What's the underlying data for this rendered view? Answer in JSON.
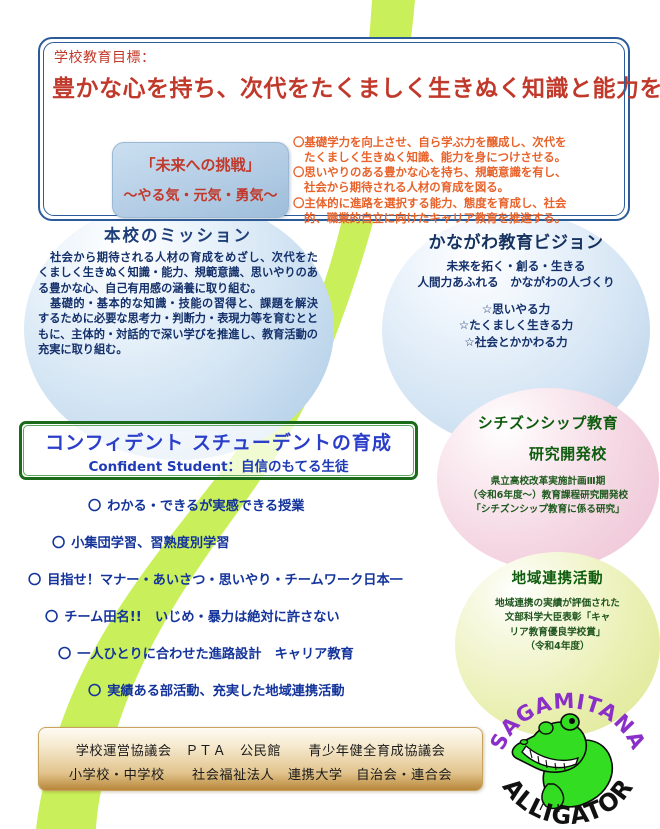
{
  "goal_panel": {
    "label": "学校教育目標：",
    "headline": "豊かな心を持ち、次代をたくましく生きぬく知識と能力を培う",
    "motto_main": "「未来への挑戦」",
    "motto_sub": "～やる気・元気・勇気～",
    "items": [
      {
        "marker": "〇",
        "line1": "基礎学力を向上させ、自ら学ぶ力を醸成し、次代を",
        "line2": "たくましく生きぬく知識、能力を身につけさせる。"
      },
      {
        "marker": "〇",
        "line1": "思いやりのある豊かな心を持ち、規範意識を有し、",
        "line2": "社会から期待される人材の育成を図る。"
      },
      {
        "marker": "〇",
        "line1": "主体的に進路を選択する能力、態度を育成し、社会",
        "line2": "的、職業的自立に向けたキャリア教育を推進する。"
      }
    ]
  },
  "mission": {
    "title": "本校のミッション",
    "para1": "社会から期待される人材の育成をめざし、次代をたくましく生きぬく知識・能力、規範意識、思いやりのある豊かな心、自己有用感の涵養に取り組む。",
    "para2": "基礎的・基本的な知識・技能の習得と、課題を解決するために必要な思考力・判断力・表現力等を育むとともに、主体的・対話的で深い学びを推進し、教育活動の充実に取り組む。"
  },
  "vision": {
    "title": "かながわ教育ビジョン",
    "line1": "未来を拓く・創る・生きる",
    "line2": "人間力あふれる　かながわの人づくり",
    "bullet1": "☆思いやる力",
    "bullet2": "☆たくましく生きる力",
    "bullet3": "☆社会とかかわる力"
  },
  "confident": {
    "jp": "コンフィデント スチューデントの育成",
    "en": "Confident Student：自信のもてる生徒"
  },
  "citizenship": {
    "title_line1": "シチズンシップ教育",
    "title_line2": "研究開発校",
    "sub1": "県立高校改革実施計画Ⅲ期",
    "sub2": "（令和6年度～）教育課程研究開発校",
    "sub3": "「シチズンシップ教育に係る研究」"
  },
  "community": {
    "title": "地域連携活動",
    "sub1": "地域連携の実績が評価された",
    "sub2": "文部科学大臣表彰「キャ",
    "sub3": "リア教育優良学校賞」",
    "sub4": "（令和4年度）"
  },
  "bullets": [
    {
      "marker": "〇",
      "text": "わかる・できるが実感できる授業",
      "indent": 88
    },
    {
      "marker": "〇",
      "text": "小集団学習、習熟度別学習",
      "indent": 52
    },
    {
      "marker": "〇",
      "text": "目指せ！マナー・あいさつ・思いやり・チームワーク日本一",
      "indent": 28
    },
    {
      "marker": "〇",
      "text": "チーム田名!!　いじめ・暴力は絶対に許さない",
      "indent": 45
    },
    {
      "marker": "〇",
      "text": "一人ひとりに合わせた進路設計　キャリア教育",
      "indent": 58
    },
    {
      "marker": "〇",
      "text": "実績ある部活動、充実した地域連携活動",
      "indent": 88
    }
  ],
  "partners": {
    "line1": "学校運営協議会　ＰＴＡ　公民館　　青少年健全育成協議会",
    "line2": "小学校・中学校　　社会福祉法人　連携大学　自治会・連合会"
  },
  "logo": {
    "top_text": "SAGAMITANA",
    "bottom_text": "ALLIGATOR",
    "body_color": "#33dd22",
    "top_text_color": "#8b2fc9",
    "bottom_text_color": "#111111"
  },
  "colors": {
    "goal_red": "#c0392b",
    "goal_orange": "#e8622a",
    "mission_blue": "#14306b",
    "ribbon_green": "#c9f05a",
    "confident_blue": "#2b3ec9",
    "green_dark": "#0e5c0e",
    "bullet_blue": "#14349b",
    "panel_border": "#2b5c99"
  }
}
